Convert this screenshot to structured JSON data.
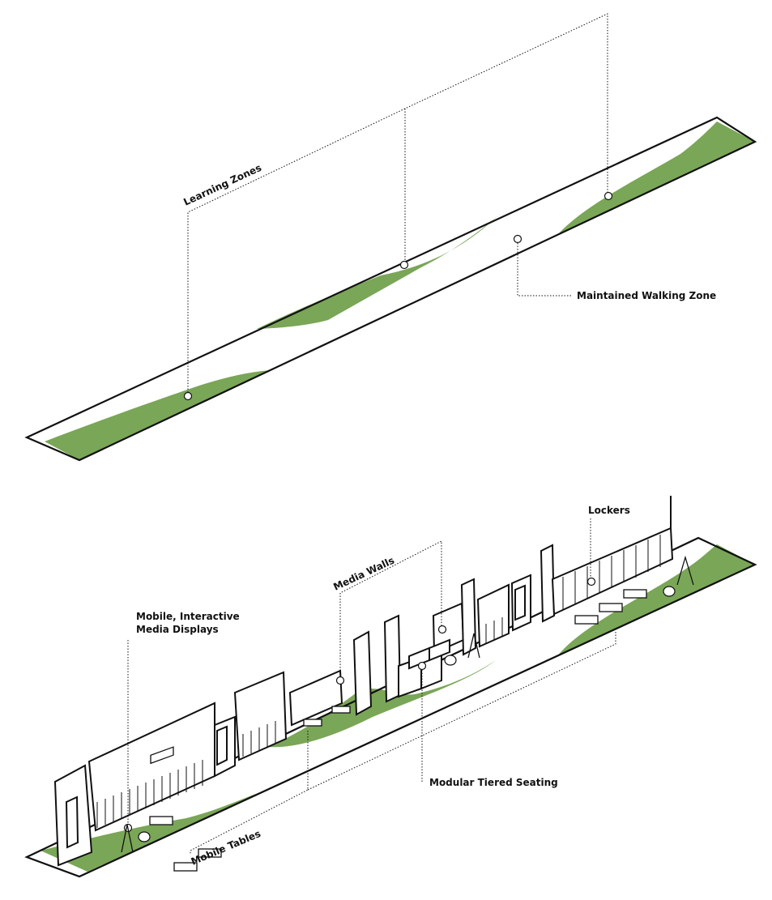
{
  "colors": {
    "zone_green": "#7aa657",
    "line": "#111111",
    "background": "#ffffff"
  },
  "top_diagram": {
    "labels": {
      "learning_zones": "Learning Zones",
      "walking_zone": "Maintained Walking Zone"
    }
  },
  "bottom_diagram": {
    "labels": {
      "lockers": "Lockers",
      "media_walls": "Media Walls",
      "media_displays_line1": "Mobile, Interactive",
      "media_displays_line2": "Media Displays",
      "tiered_seating": "Modular Tiered Seating",
      "mobile_tables": "Mobile Tables"
    }
  }
}
